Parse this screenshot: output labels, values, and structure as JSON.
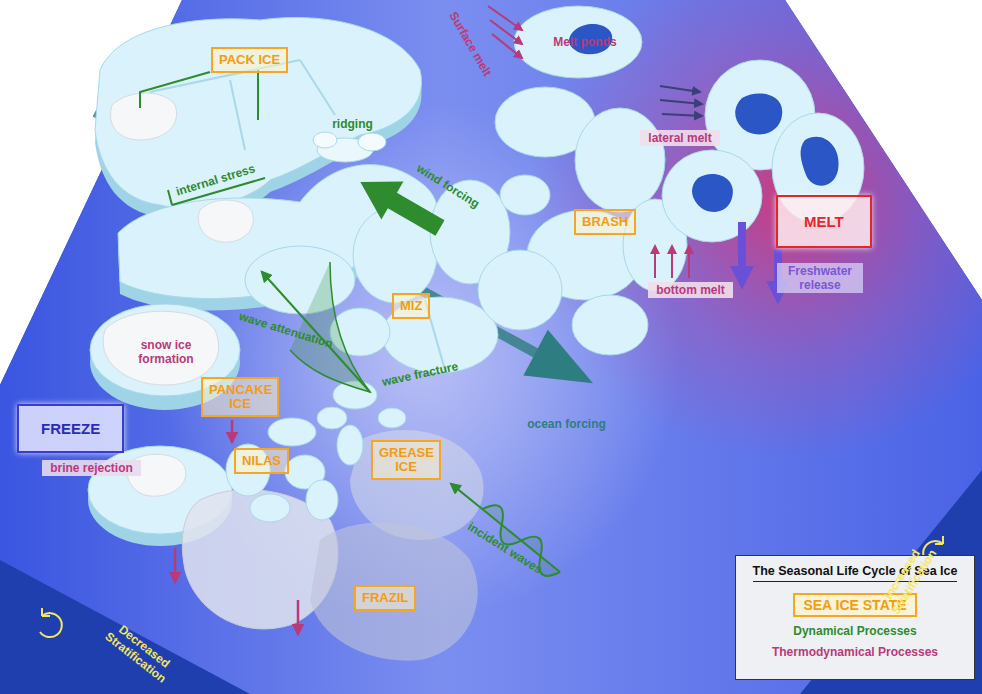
{
  "diagram": {
    "title": "The Seasonal Life Cycle of Sea Ice",
    "nodes": [
      {
        "text": [
          "PACK ICE"
        ]
      },
      {
        "text": [
          "BRASH"
        ]
      },
      {
        "text": [
          "MELT"
        ]
      },
      {
        "text": [
          "MIZ"
        ]
      },
      {
        "text": [
          "FREEZE"
        ]
      },
      {
        "text": [
          "PANCAKE ICE"
        ]
      },
      {
        "text": [
          "GREASE ICE"
        ]
      },
      {
        "text": [
          "NILAS"
        ]
      },
      {
        "text": [
          "FRAZIL"
        ]
      }
    ],
    "labels": [
      "Surface melt",
      "Melt ponds",
      "lateral melt",
      "bottom melt",
      "Freshwater release",
      "ridging",
      "internal stress",
      "wind forcing",
      "wave attenuation",
      "wave fracture",
      "ocean forcing",
      "incident waves",
      "snow ice formation",
      "brine rejection",
      "Increased Stratification",
      "Decreased Stratification"
    ],
    "legend": [
      {
        "text": "SEA ICE STATE"
      },
      {
        "text": "Dynamical Processes"
      },
      {
        "text": "Thermodynamical Processes"
      }
    ]
  }
}
